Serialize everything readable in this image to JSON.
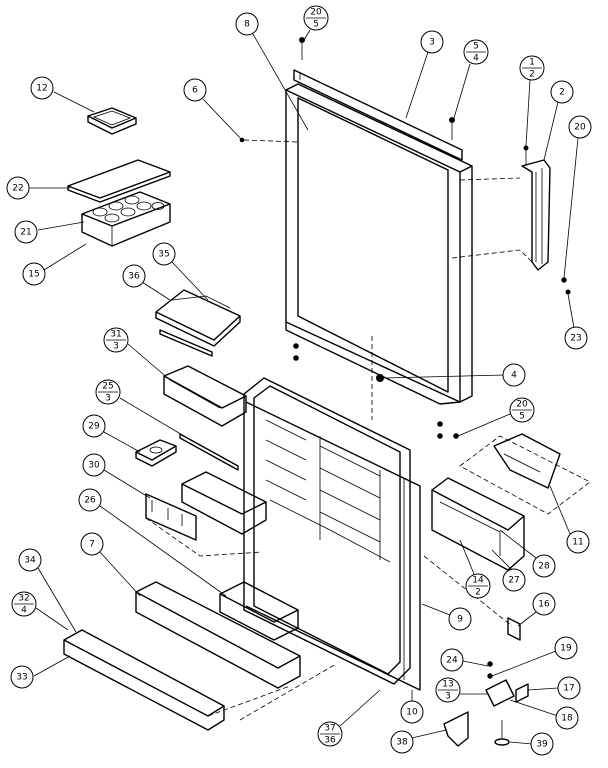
{
  "callouts": [
    {
      "id": "c12",
      "label": "12"
    },
    {
      "id": "c22",
      "label": "22"
    },
    {
      "id": "c21",
      "label": "21"
    },
    {
      "id": "c15",
      "label": "15"
    },
    {
      "id": "c6",
      "label": "6"
    },
    {
      "id": "c8",
      "label": "8"
    },
    {
      "id": "c20_5_top",
      "num": "20",
      "den": "5"
    },
    {
      "id": "c3",
      "label": "3"
    },
    {
      "id": "c5_4",
      "num": "5",
      "den": "4"
    },
    {
      "id": "c1_2",
      "num": "1",
      "den": "2"
    },
    {
      "id": "c2",
      "label": "2"
    },
    {
      "id": "c20",
      "label": "20"
    },
    {
      "id": "c23",
      "label": "23"
    },
    {
      "id": "c36",
      "label": "36"
    },
    {
      "id": "c35",
      "label": "35"
    },
    {
      "id": "c31_3",
      "num": "31",
      "den": "3"
    },
    {
      "id": "c25_3",
      "num": "25",
      "den": "3"
    },
    {
      "id": "c4",
      "label": "4"
    },
    {
      "id": "c20_5_mid",
      "num": "20",
      "den": "5"
    },
    {
      "id": "c29",
      "label": "29"
    },
    {
      "id": "c30",
      "label": "30"
    },
    {
      "id": "c26",
      "label": "26"
    },
    {
      "id": "c11",
      "label": "11"
    },
    {
      "id": "c28",
      "label": "28"
    },
    {
      "id": "c27",
      "label": "27"
    },
    {
      "id": "c14_2",
      "num": "14",
      "den": "2"
    },
    {
      "id": "c34",
      "label": "34"
    },
    {
      "id": "c7",
      "label": "7"
    },
    {
      "id": "c32_4",
      "num": "32",
      "den": "4"
    },
    {
      "id": "c9",
      "label": "9"
    },
    {
      "id": "c16",
      "label": "16"
    },
    {
      "id": "c33",
      "label": "33"
    },
    {
      "id": "c24",
      "label": "24"
    },
    {
      "id": "c19",
      "label": "19"
    },
    {
      "id": "c13_3",
      "num": "13",
      "den": "3"
    },
    {
      "id": "c17",
      "label": "17"
    },
    {
      "id": "c18",
      "label": "18"
    },
    {
      "id": "c10",
      "label": "10"
    },
    {
      "id": "c37_36",
      "num": "37",
      "den": "36"
    },
    {
      "id": "c38",
      "label": "38"
    },
    {
      "id": "c39",
      "label": "39"
    }
  ]
}
